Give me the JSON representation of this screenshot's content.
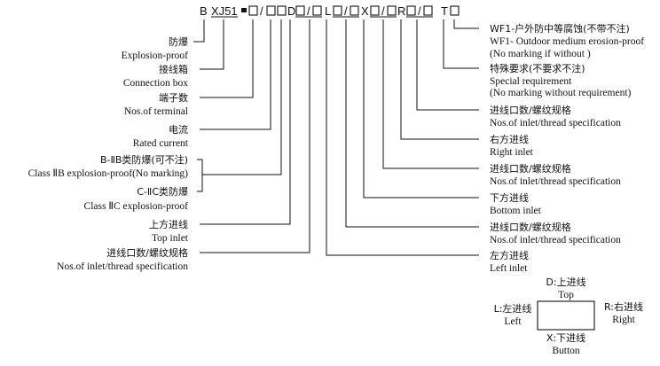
{
  "code": {
    "B": "B",
    "XJ51": "XJ51",
    "dash": "-",
    "slash": "/",
    "D": "D",
    "L": "L",
    "X": "X",
    "R": "R",
    "T": "T"
  },
  "left_labels": [
    {
      "zh": "防爆",
      "en": "Explosion-proof"
    },
    {
      "zh": "接线箱",
      "en": "Connection box"
    },
    {
      "zh": "端子数",
      "en": "Nos.of terminal"
    },
    {
      "zh": "电流",
      "en": "Rated current"
    },
    {
      "zh": "B-ⅡB类防爆(可不注)",
      "en": "Class ⅡB explosion-proof(No marking)"
    },
    {
      "zh": "C-ⅡC类防爆",
      "en": "Class ⅡC explosion-proof"
    },
    {
      "zh": "上方进线",
      "en": "Top inlet"
    },
    {
      "zh": "进线口数/螺纹规格",
      "en": "Nos.of inlet/thread specification"
    }
  ],
  "right_labels": [
    {
      "zh": "WF1-户外防中等腐蚀(不带不注)",
      "en": "WF1- Outdoor medium erosion-proof",
      "en2": "(No marking  if without )"
    },
    {
      "zh": "特殊要求(不要求不注)",
      "en": "Special requirement",
      "en2": "(No marking without requirement)"
    },
    {
      "zh": "进线口数/螺纹规格",
      "en": "Nos.of inlet/thread specification"
    },
    {
      "zh": "右方进线",
      "en": "Right inlet"
    },
    {
      "zh": "进线口数/螺纹规格",
      "en": "Nos.of inlet/thread specification"
    },
    {
      "zh": "下方进线",
      "en": "Bottom inlet"
    },
    {
      "zh": "进线口数/螺纹规格",
      "en": "Nos.of inlet/thread specification"
    },
    {
      "zh": "左方进线",
      "en": "Left inlet"
    }
  ],
  "legend": {
    "top_zh": "D:上进线",
    "top_en": "Top",
    "left_zh": "L:左进线",
    "left_en": "Left",
    "right_zh": "R:右进线",
    "right_en": "Right",
    "bottom_zh": "X:下进线",
    "bottom_en": "Button"
  }
}
